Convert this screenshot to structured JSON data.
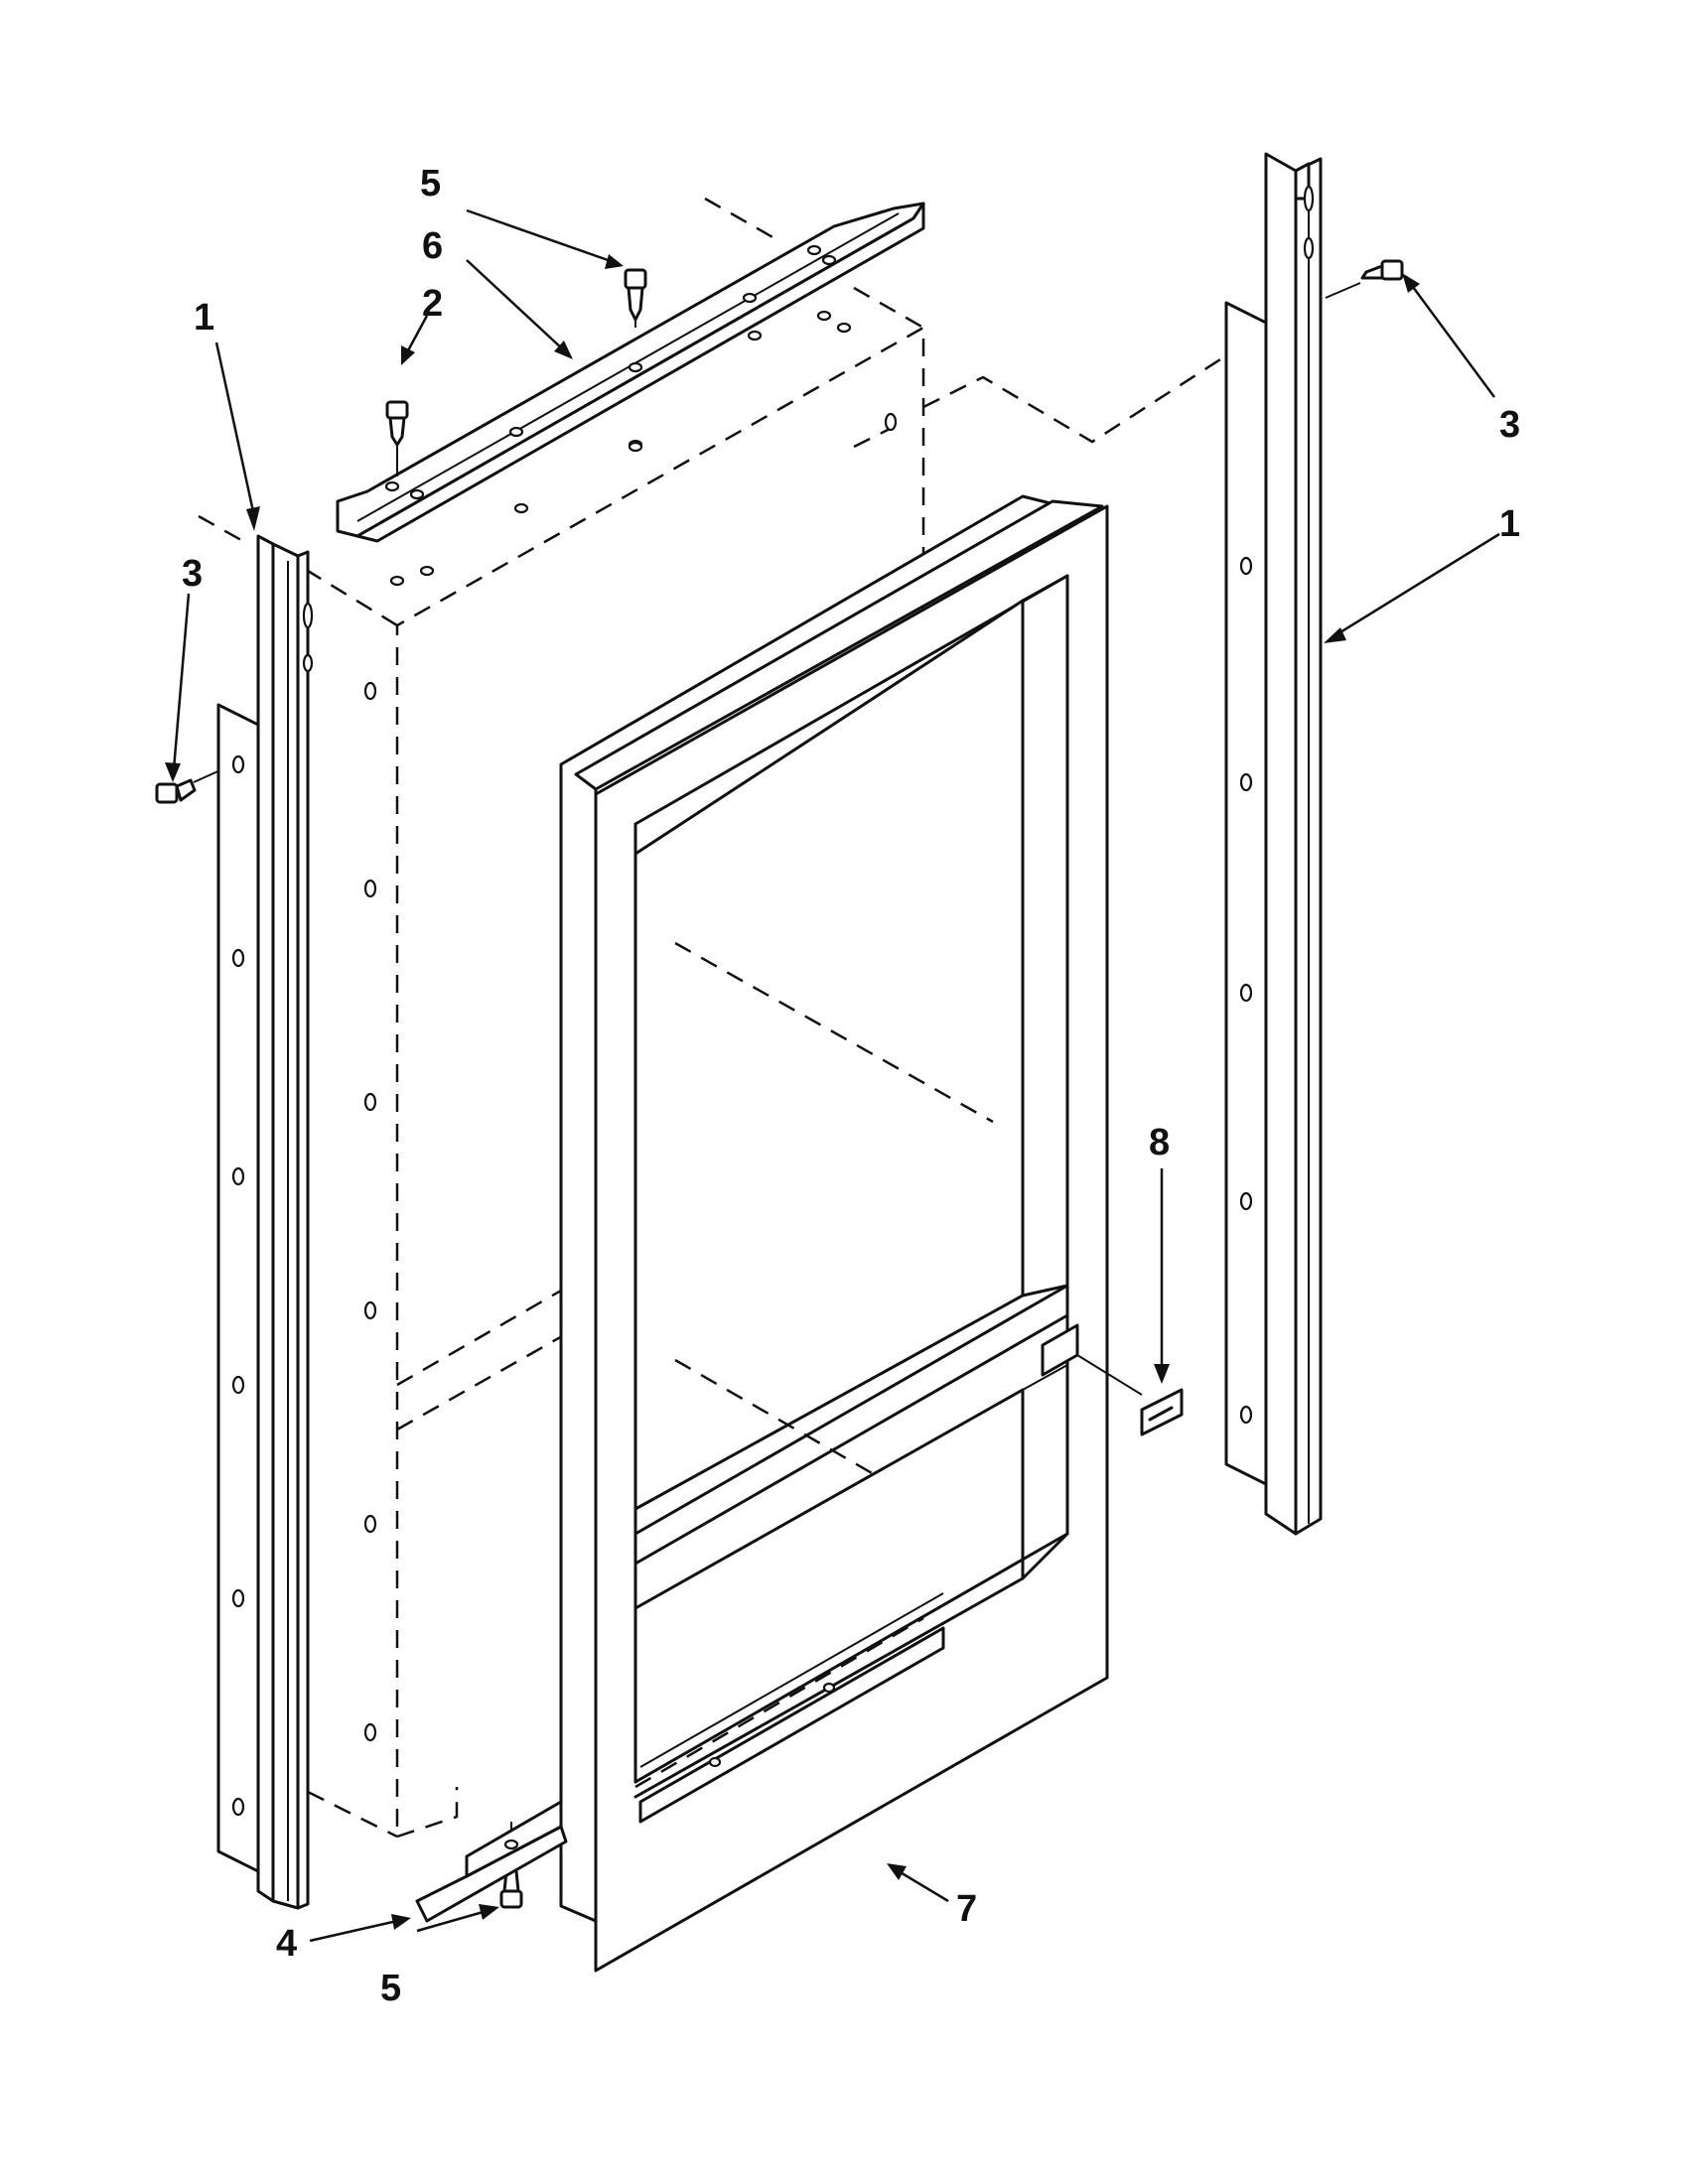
{
  "callouts": [
    {
      "id": "callout-1-left",
      "text": "1"
    },
    {
      "id": "callout-1-right",
      "text": "1"
    },
    {
      "id": "callout-2",
      "text": "2"
    },
    {
      "id": "callout-3-left",
      "text": "3"
    },
    {
      "id": "callout-3-right",
      "text": "3"
    },
    {
      "id": "callout-4",
      "text": "4"
    },
    {
      "id": "callout-5-top",
      "text": "5"
    },
    {
      "id": "callout-5-bottom",
      "text": "5"
    },
    {
      "id": "callout-6",
      "text": "6"
    },
    {
      "id": "callout-7",
      "text": "7"
    },
    {
      "id": "callout-8",
      "text": "8"
    }
  ]
}
